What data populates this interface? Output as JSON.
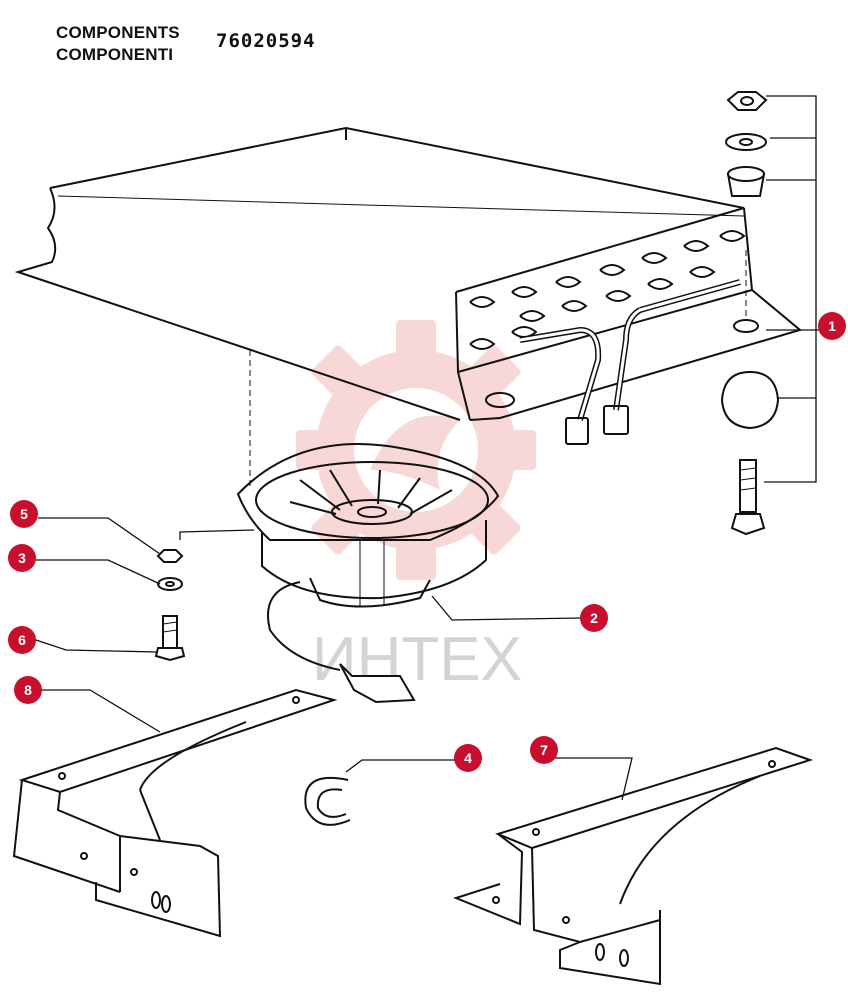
{
  "header": {
    "line1": "COMPONENTS",
    "line2": "COMPONENTI",
    "part_number": "76020594"
  },
  "watermark": {
    "text": "ИНТЕХ",
    "logo_color": "#f4b8b8",
    "text_color": "#d4d4d4"
  },
  "callouts": [
    {
      "id": "1",
      "label": "1"
    },
    {
      "id": "2",
      "label": "2"
    },
    {
      "id": "3",
      "label": "3"
    },
    {
      "id": "4",
      "label": "4"
    },
    {
      "id": "5",
      "label": "5"
    },
    {
      "id": "6",
      "label": "6"
    },
    {
      "id": "7",
      "label": "7"
    },
    {
      "id": "8",
      "label": "8"
    }
  ],
  "colors": {
    "callout_fill": "#c8102e",
    "line": "#111111"
  }
}
